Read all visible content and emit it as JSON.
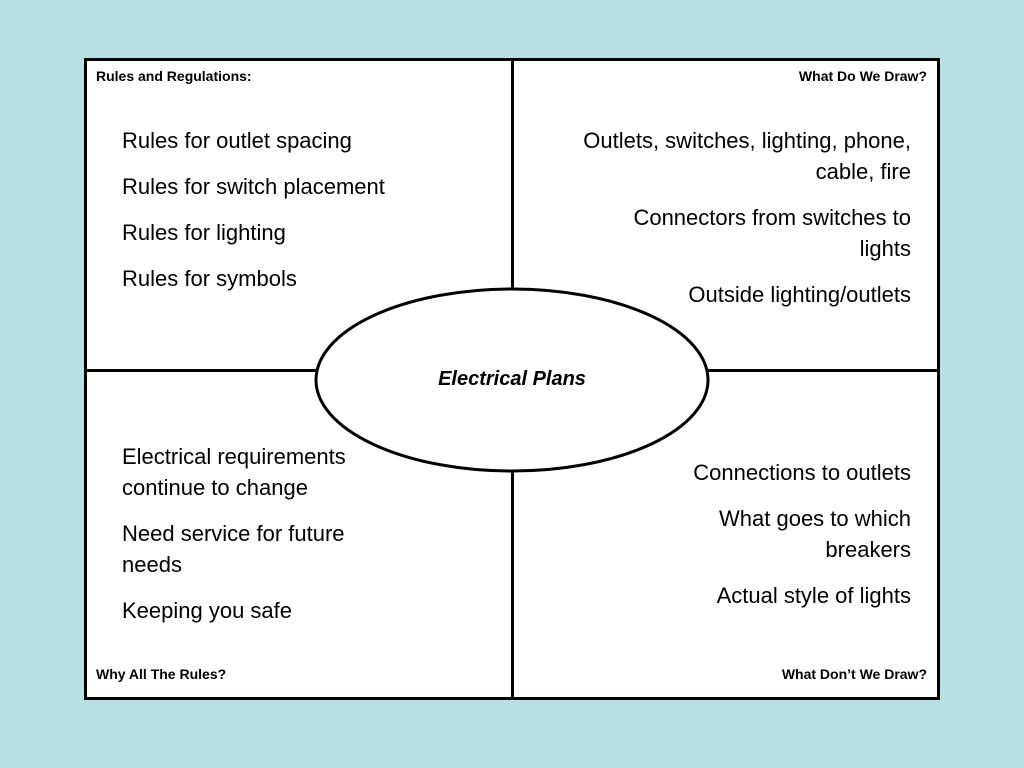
{
  "diagram": {
    "center_title": "Electrical Plans",
    "quadrants": {
      "top_left": {
        "label": "Rules and Regulations:",
        "items": [
          "Rules for outlet spacing",
          "Rules for switch placement",
          "Rules for lighting",
          "Rules for symbols"
        ]
      },
      "top_right": {
        "label": "What Do We Draw?",
        "items": [
          "Outlets, switches, lighting, phone, cable, fire",
          "Connectors from switches to lights",
          "Outside lighting/outlets"
        ]
      },
      "bottom_left": {
        "label": "Why All The Rules?",
        "items": [
          "Electrical requirements continue to change",
          "Need service for future needs",
          "Keeping you safe"
        ]
      },
      "bottom_right": {
        "label": "What Don’t We Draw?",
        "items": [
          "Connections to outlets",
          "What goes to which breakers",
          "Actual style of lights"
        ]
      }
    }
  },
  "colors": {
    "background": "#b8dfe3",
    "panel": "#ffffff",
    "lines": "#000000"
  }
}
